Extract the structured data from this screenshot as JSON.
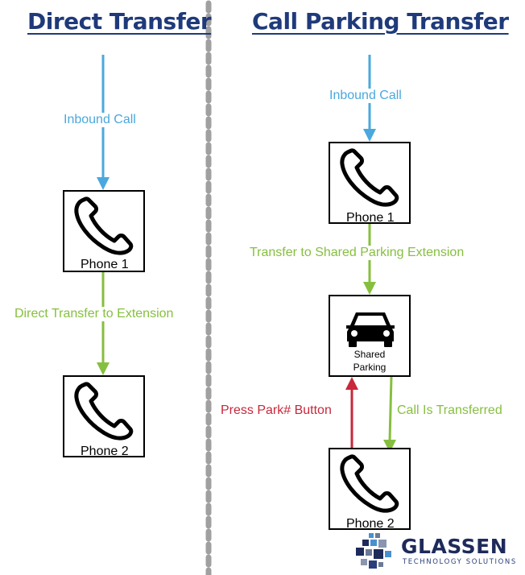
{
  "left": {
    "title": "Direct Transfer",
    "inbound_label": "Inbound Call",
    "phone1_label": "Phone 1",
    "transfer_label": "Direct Transfer to Extension",
    "phone2_label": "Phone 2"
  },
  "right": {
    "title": "Call Parking Transfer",
    "inbound_label": "Inbound Call",
    "phone1_label": "Phone 1",
    "transfer_label": "Transfer to Shared Parking Extension",
    "parking_label_line1": "Shared",
    "parking_label_line2": "Parking",
    "press_label": "Press Park# Button",
    "transferred_label": "Call Is Transferred",
    "phone2_label": "Phone 2"
  },
  "logo": {
    "name": "GLASSEN",
    "tagline": "TECHNOLOGY SOLUTIONS"
  },
  "colors": {
    "blue": "#4aa8de",
    "green": "#86bf3f",
    "red": "#c8283a",
    "title": "#1f3a7a"
  }
}
